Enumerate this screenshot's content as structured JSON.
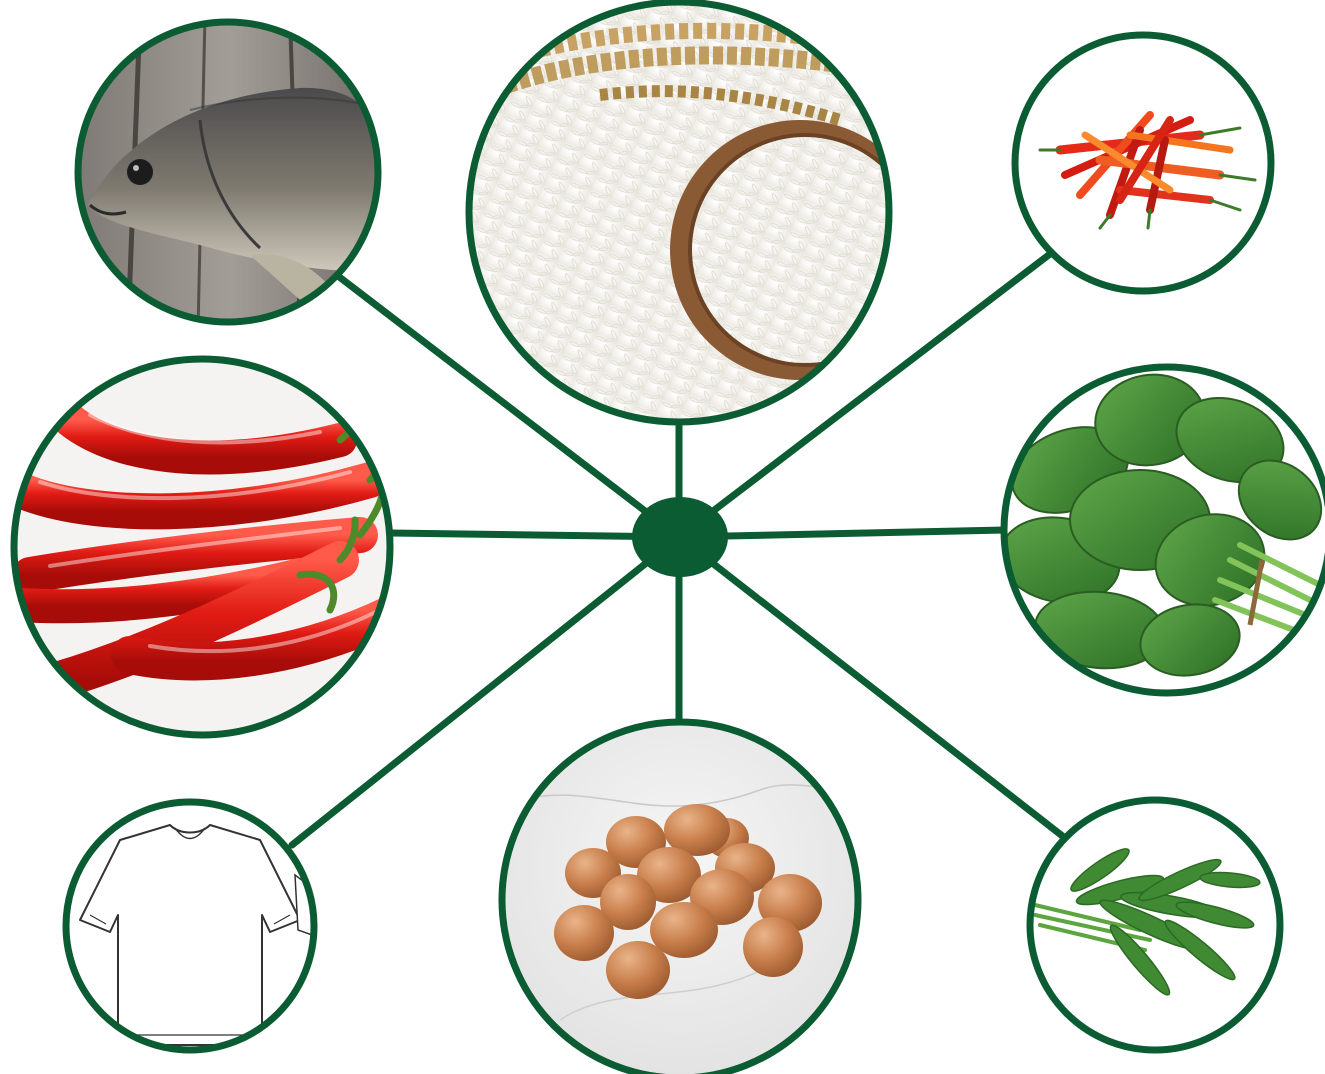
{
  "colors": {
    "accent": "#0b5c33",
    "background": "#ffffff"
  },
  "hub": {
    "name": "central-hub"
  },
  "nodes": [
    {
      "id": "fish",
      "image": "fish-photo"
    },
    {
      "id": "rice",
      "image": "rice-photo"
    },
    {
      "id": "small-chili",
      "image": "bird-eye-chili-photo"
    },
    {
      "id": "red-chili",
      "image": "red-chili-photo"
    },
    {
      "id": "spinach",
      "image": "spinach-photo"
    },
    {
      "id": "tshirt",
      "image": "tshirt-line-drawing"
    },
    {
      "id": "eggs",
      "image": "eggs-photo"
    },
    {
      "id": "water-spinach",
      "image": "water-spinach-photo"
    }
  ]
}
